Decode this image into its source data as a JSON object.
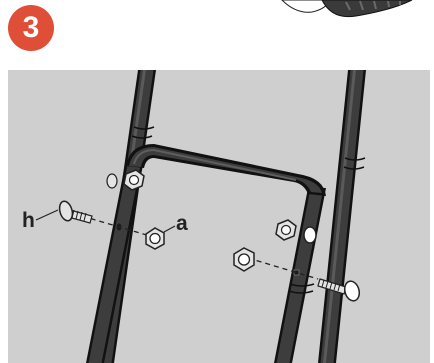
{
  "step": {
    "number": "3"
  },
  "callouts": {
    "bolt": "h",
    "nut": "a"
  },
  "colors": {
    "badge": "#df4e36",
    "badge_text": "#ffffff",
    "panel_background": "#cfcfcf",
    "tube": "#3d3d3d",
    "tube_outline": "#111111",
    "hardware": "#e4e4e4"
  },
  "icons": [
    "wheel-icon",
    "handle-frame-icon",
    "carriage-bolt-icon",
    "lock-nut-icon"
  ]
}
